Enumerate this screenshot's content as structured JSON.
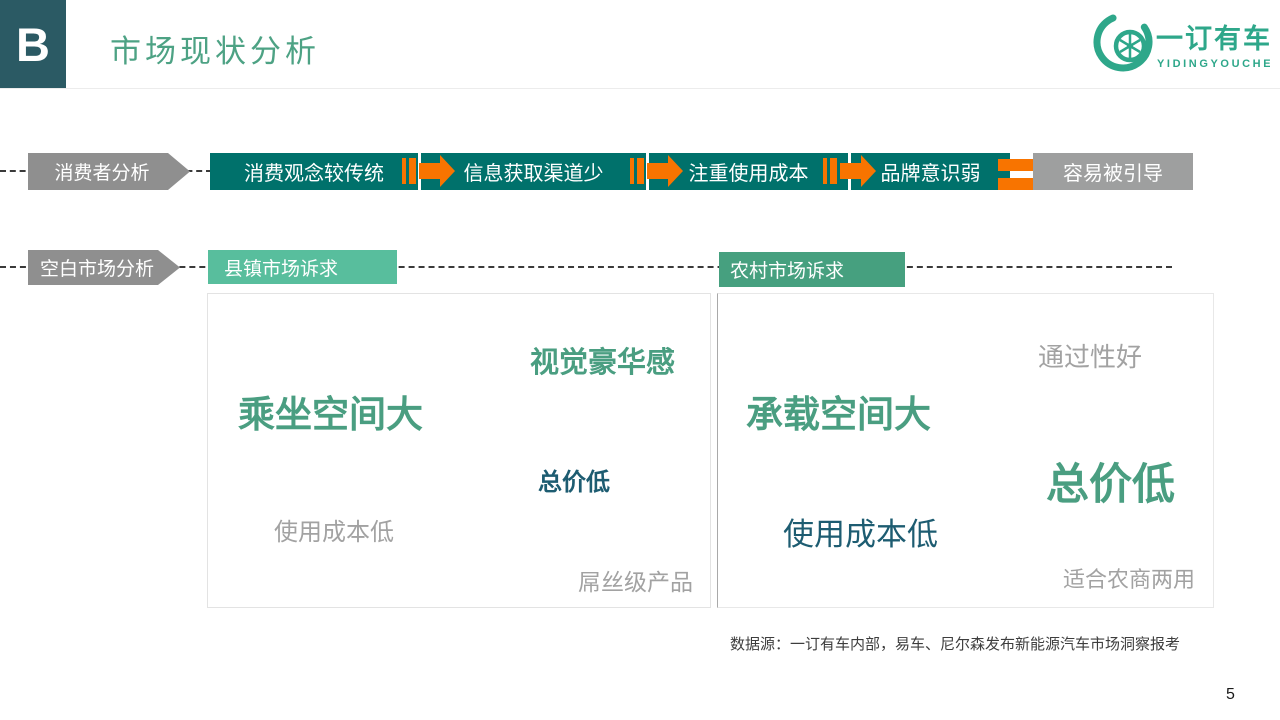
{
  "page": {
    "number": "5"
  },
  "header": {
    "badge": "B",
    "title": "市场现状分析",
    "logo": {
      "cn": "一订有车",
      "en": "YIDINGYOUCHE"
    }
  },
  "consumer_flow": {
    "lead": "消费者分析",
    "steps": [
      {
        "label": "消费观念较传统"
      },
      {
        "label": "信息获取渠道少"
      },
      {
        "label": "注重使用成本"
      },
      {
        "label": "品牌意识弱"
      }
    ],
    "result": "容易被引导"
  },
  "market_flow": {
    "lead": "空白市场分析",
    "county_label": "县镇市场诉求",
    "rural_label": "农村市场诉求"
  },
  "county_cloud": {
    "luxury": "视觉豪华感",
    "space": "乘坐空间大",
    "price": "总价低",
    "cost": "使用成本低",
    "product": "屌丝级产品"
  },
  "rural_cloud": {
    "passability": "通过性好",
    "space": "承载空间大",
    "price": "总价低",
    "cost": "使用成本低",
    "dual_use": "适合农商两用"
  },
  "footnote": "数据源：一订有车内部，易车、尼尔森发布新能源汽车市场洞察报考",
  "colors": {
    "teal_box": "#00716B",
    "orange": "#F87400",
    "green_text": "#4A9E81",
    "light_green_box": "#58BE9D",
    "mid_green_box": "#46A07F",
    "dark_teal_text": "#1D5C71",
    "gray_arrow": "#8F8F8F",
    "gray_box": "#9E9F9F",
    "title_green": "#4DA284",
    "badge_bg": "#2B5A64"
  }
}
